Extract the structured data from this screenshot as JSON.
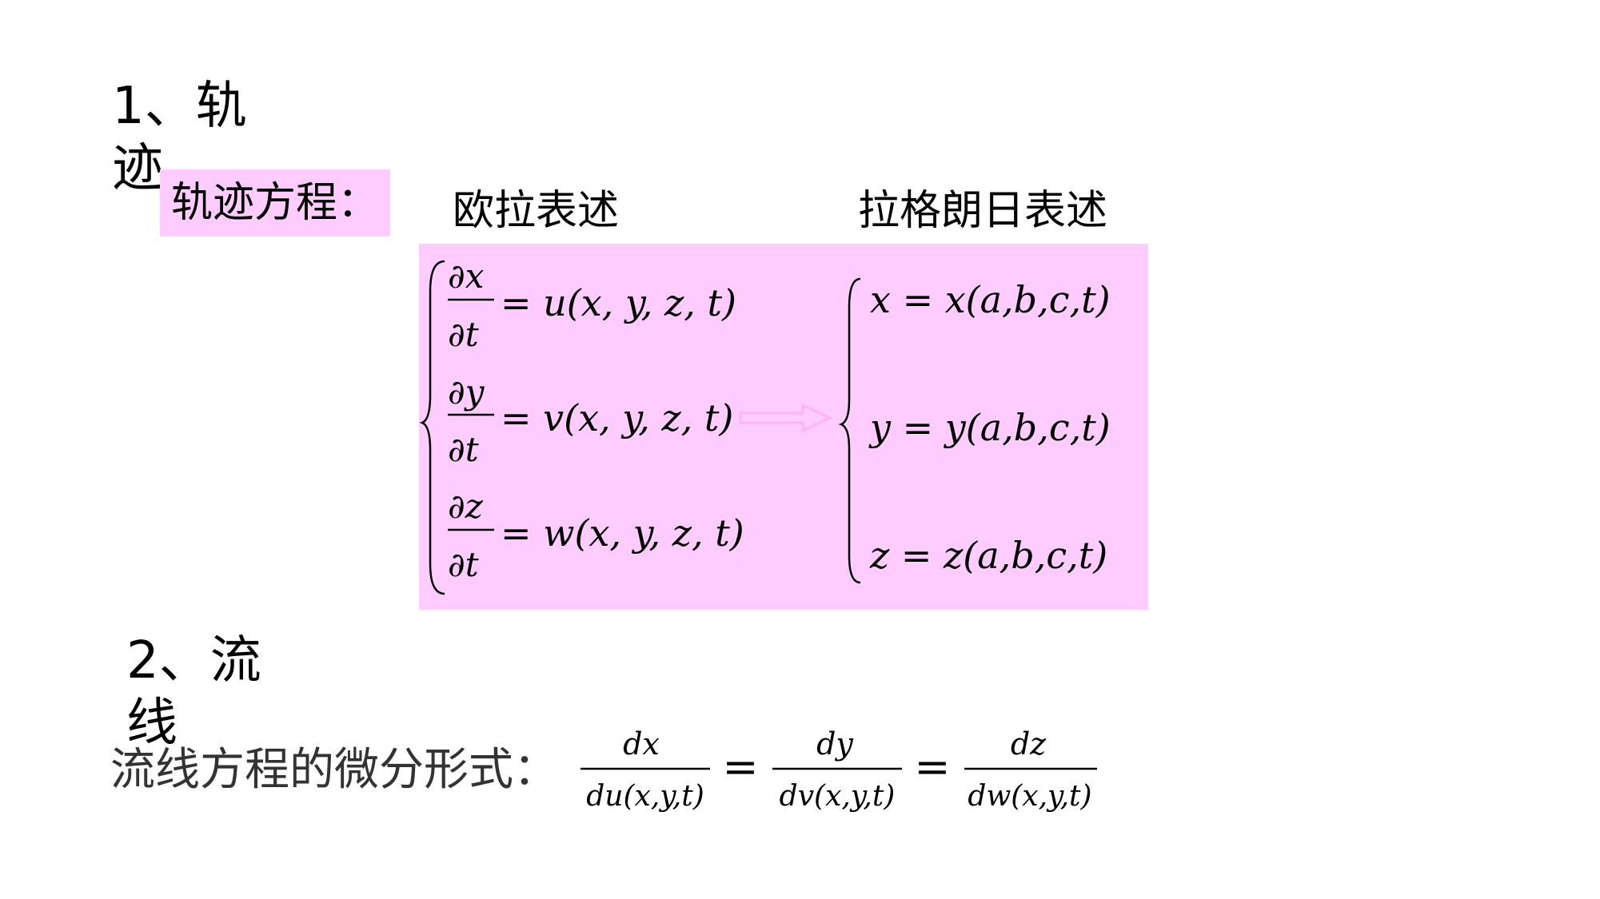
{
  "section1": {
    "heading": "1、轨迹",
    "equation_label": "轨迹方程：",
    "euler_title": "欧拉表述",
    "lagrange_title": "拉格朗日表述",
    "euler_equations": [
      {
        "num": "∂x",
        "den": "∂t",
        "rhs": "= u(x, y, z, t)"
      },
      {
        "num": "∂y",
        "den": "∂t",
        "rhs": "= v(x, y, z, t)"
      },
      {
        "num": "∂z",
        "den": "∂t",
        "rhs": "= w(x, y, z, t)"
      }
    ],
    "lagrange_equations": [
      "x = x(a,b,c,t)",
      "y = y(a,b,c,t)",
      "z = z(a,b,c,t)"
    ],
    "panel_color": "#ffccff",
    "arrow_color": "#ffb3f0"
  },
  "section2": {
    "heading": "2、流线",
    "differential_label": "流线方程的微分形式：",
    "fractions": [
      {
        "num": "dx",
        "den": "du(x,y,t)"
      },
      {
        "num": "dy",
        "den": "dv(x,y,t)"
      },
      {
        "num": "dz",
        "den": "dw(x,y,t)"
      }
    ],
    "equals": "="
  }
}
